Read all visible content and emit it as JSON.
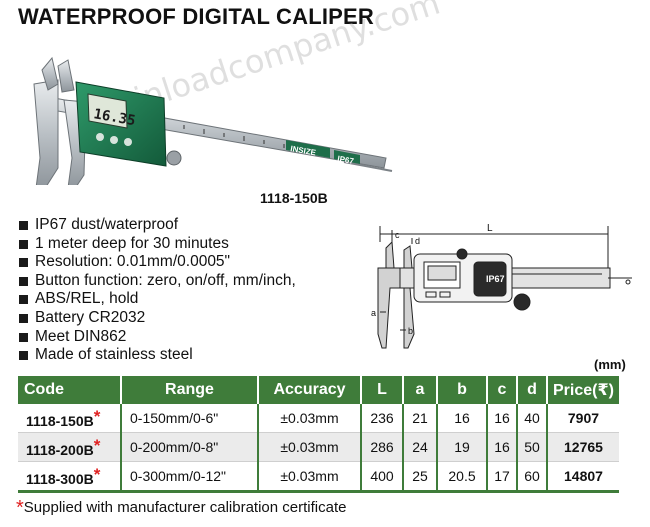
{
  "title": "WATERPROOF DIGITAL CALIPER",
  "watermark": "m.inloadcompany.com",
  "photo": {
    "display_reading": "16.35",
    "brand": "INSIZE",
    "rating": "IP67"
  },
  "model_caption": "1118-150B",
  "features": [
    "IP67 dust/waterproof",
    "1 meter deep for 30 minutes",
    "Resolution: 0.01mm/0.0005\"",
    "Button function: zero, on/off, mm/inch,",
    "ABS/REL, hold",
    "Battery CR2032",
    "Meet DIN862",
    "Made of stainless steel"
  ],
  "diagram": {
    "dim_L": "L",
    "dim_a": "a",
    "dim_b": "b",
    "dim_c": "c",
    "dim_d": "d",
    "rating": "IP67"
  },
  "unit": "(mm)",
  "table": {
    "headers": [
      "Code",
      "Range",
      "Accuracy",
      "L",
      "a",
      "b",
      "c",
      "d",
      "Price(₹)"
    ],
    "rows": [
      {
        "code": "1118-150B",
        "star": "*",
        "range": "0-150mm/0-6\"",
        "accuracy": "±0.03mm",
        "L": "236",
        "a": "21",
        "b": "16",
        "c": "16",
        "d": "40",
        "price": "7907"
      },
      {
        "code": "1118-200B",
        "star": "*",
        "range": "0-200mm/0-8\"",
        "accuracy": "±0.03mm",
        "L": "286",
        "a": "24",
        "b": "19",
        "c": "16",
        "d": "50",
        "price": "12765"
      },
      {
        "code": "1118-300B",
        "star": "*",
        "range": "0-300mm/0-12\"",
        "accuracy": "±0.03mm",
        "L": "400",
        "a": "25",
        "b": "20.5",
        "c": "17",
        "d": "60",
        "price": "14807"
      }
    ]
  },
  "footnote": {
    "star": "*",
    "text": "Supplied with manufacturer calibration certificate"
  },
  "colors": {
    "header_green": "#3f7c3a",
    "caliper_green": "#1f7a52",
    "star_red": "#e02020"
  }
}
